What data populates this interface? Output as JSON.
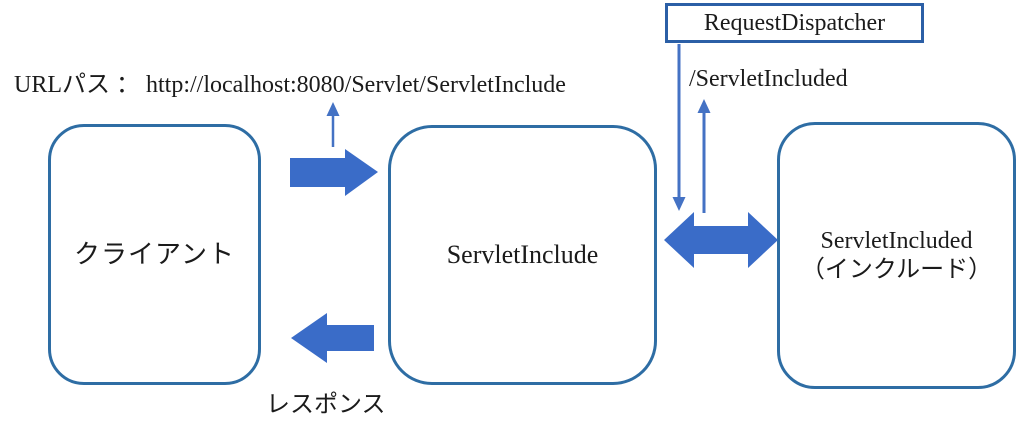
{
  "colors": {
    "background": "#ffffff",
    "box_border": "#2e6da4",
    "dispatcher_border": "#2b5fa6",
    "block_arrow": "#3a6cc8",
    "line_arrow": "#4472c4",
    "text": "#1b1b1b"
  },
  "labels": {
    "url_path": "URLパス ： http://localhost:8080/Servlet/ServletInclude",
    "dispatch_path": "/ServletIncluded",
    "response": "レスポンス"
  },
  "nodes": {
    "request_dispatcher": {
      "label": "RequestDispatcher"
    },
    "client": {
      "label": "クライアント"
    },
    "servlet_include": {
      "label": "ServletInclude"
    },
    "servlet_included": {
      "label_line1": "ServletIncluded",
      "label_line2": "（インクルード）"
    }
  },
  "arrows": [
    {
      "name": "request-arrow",
      "type": "block",
      "direction": "right",
      "from": "client",
      "to": "servlet_include"
    },
    {
      "name": "response-arrow",
      "type": "block",
      "direction": "left",
      "from": "servlet_include",
      "to": "client",
      "label": "レスポンス"
    },
    {
      "name": "include-bidirectional-arrow",
      "type": "block",
      "direction": "both",
      "from": "servlet_include",
      "to": "servlet_included"
    },
    {
      "name": "url-pointer-arrow",
      "type": "line",
      "direction": "up",
      "points_to": "url_path"
    },
    {
      "name": "dispatcher-down-arrow",
      "type": "line",
      "direction": "down",
      "from": "request_dispatcher"
    },
    {
      "name": "dispatcher-up-arrow",
      "type": "line",
      "direction": "up",
      "points_to": "dispatch_path"
    }
  ]
}
